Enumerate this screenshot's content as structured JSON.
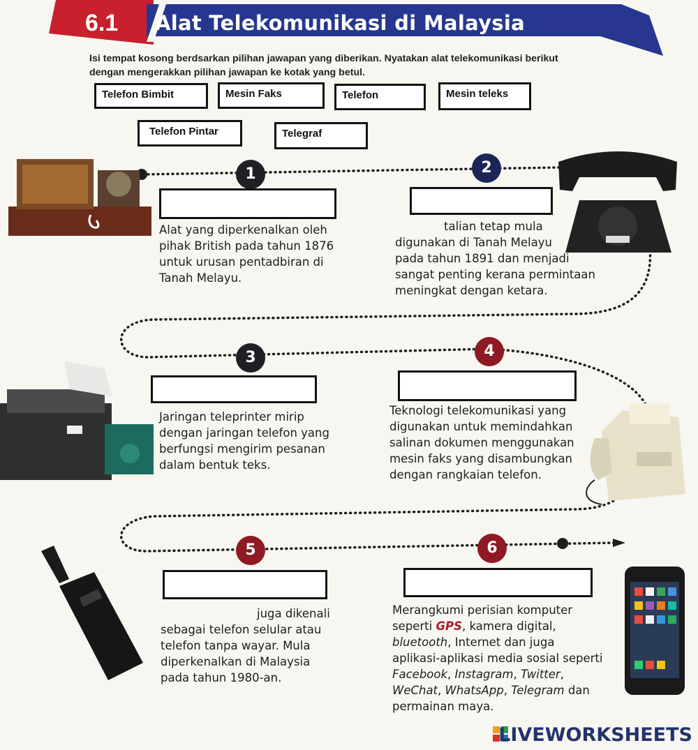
{
  "header": {
    "section_number": "6.1",
    "title": "Alat Telekomunikasi di Malaysia"
  },
  "instructions": {
    "line1": "Isi tempat kosong berdsarkan pilihan jawapan yang diberikan. Nyatakan alat telekomunikasi berikut",
    "line2": "dengan mengerakkan pilihan jawapan ke kotak yang betul."
  },
  "choices": [
    {
      "label": "Telefon Bimbit"
    },
    {
      "label": "Mesin Faks"
    },
    {
      "label": "Telefon"
    },
    {
      "label": "Mesin teleks"
    },
    {
      "label": "Telefon Pintar"
    },
    {
      "label": "Telegraf"
    }
  ],
  "steps": [
    {
      "number": "1",
      "desc": [
        "Alat yang diperkenalkan oleh",
        "pihak British pada tahun 1876",
        "untuk urusan pentadbiran di",
        "Tanah Melayu."
      ]
    },
    {
      "number": "2",
      "desc": [
        "talian tetap mula",
        "digunakan di Tanah Melayu",
        "pada tahun 1891 dan menjadi",
        "sangat penting kerana permintaan",
        "meningkat dengan ketara."
      ]
    },
    {
      "number": "3",
      "desc": [
        "Jaringan teleprinter mirip",
        "dengan jaringan telefon yang",
        "berfungsi mengirim pesanan",
        "dalam bentuk teks."
      ]
    },
    {
      "number": "4",
      "desc": [
        "Teknologi telekomunikasi yang",
        "digunakan untuk memindahkan",
        "salinan dokumen menggunakan",
        "mesin faks yang disambungkan",
        "dengan rangkaian telefon."
      ]
    },
    {
      "number": "5",
      "desc": [
        "juga dikenali",
        "sebagai telefon selular atau",
        "telefon tanpa wayar. Mula",
        "diperkenalkan di Malaysia",
        "pada tahun 1980-an."
      ]
    },
    {
      "number": "6",
      "desc": {
        "a": "Merangkumi perisian komputer",
        "b": "seperti ",
        "gps": "GPS",
        "c": ", kamera digital,",
        "bluetooth": "bluetooth",
        "d": ", Internet dan juga",
        "e": "aplikasi-aplikasi media sosial seperti",
        "facebook": "Facebook",
        "comma1": ", ",
        "instagram": "Instagram",
        "comma2": ", ",
        "twitter": "Twitter",
        "comma3": ",",
        "wechat": "WeChat",
        "comma4": ", ",
        "whatsapp": "WhatsApp",
        "comma5": ", ",
        "telegram": "Telegram",
        "f": " dan",
        "g": "permainan maya."
      }
    }
  ],
  "watermark": "LIVEWORKSHEETS",
  "colors": {
    "banner_red": "#c8202c",
    "banner_navy": "#27378f",
    "step_red": "#8f1a24",
    "step_navy": "#1b2556"
  }
}
